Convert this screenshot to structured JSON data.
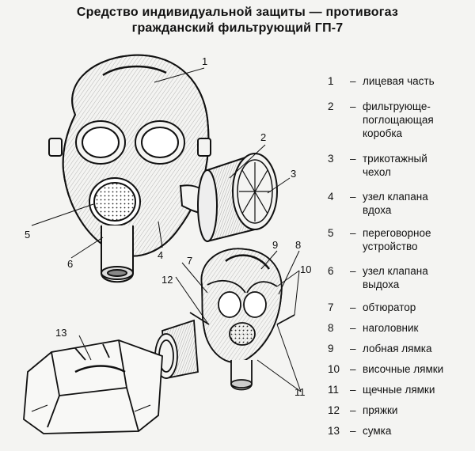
{
  "title": {
    "line1": "Средство индивидуальной защиты — противогаз",
    "line2": "гражданский фильтрующий ГП-7"
  },
  "legend": [
    {
      "num": "1",
      "dash": "–",
      "text": "лицевая часть"
    },
    {
      "num": "2",
      "dash": "–",
      "text": "фильтрующе-\nпоглощающая\nкоробка"
    },
    {
      "num": "3",
      "dash": "–",
      "text": "трикотажный\nчехол"
    },
    {
      "num": "4",
      "dash": "–",
      "text": "узел клапана\nвдоха"
    },
    {
      "num": "5",
      "dash": "–",
      "text": "переговорное\nустройство"
    },
    {
      "num": "6",
      "dash": "–",
      "text": "узел клапана\nвыдоха"
    },
    {
      "num": "7",
      "dash": "–",
      "text": "обтюратор"
    },
    {
      "num": "8",
      "dash": "–",
      "text": "наголовник"
    },
    {
      "num": "9",
      "dash": "–",
      "text": "лобная лямка"
    },
    {
      "num": "10",
      "dash": "–",
      "text": "височные лямки"
    },
    {
      "num": "11",
      "dash": "–",
      "text": "щечные лямки"
    },
    {
      "num": "12",
      "dash": "–",
      "text": "пряжки"
    },
    {
      "num": "13",
      "dash": "–",
      "text": "сумка"
    }
  ],
  "callouts": [
    "1",
    "2",
    "3",
    "4",
    "5",
    "6",
    "7",
    "8",
    "9",
    "10",
    "10",
    "11",
    "11",
    "12",
    "13"
  ]
}
